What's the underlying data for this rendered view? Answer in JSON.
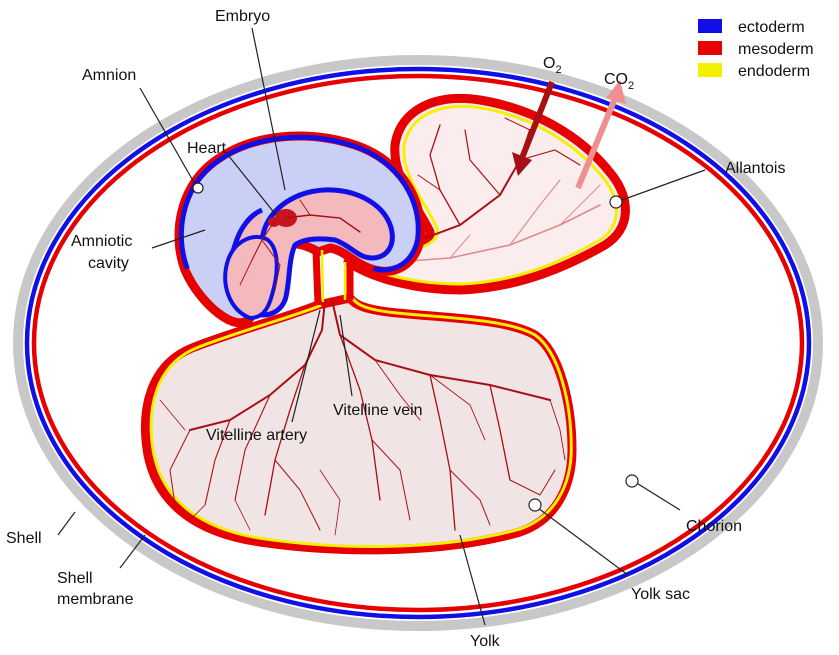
{
  "legend": {
    "items": [
      {
        "label": "ectoderm",
        "color": "#1010e6"
      },
      {
        "label": "mesoderm",
        "color": "#e60000"
      },
      {
        "label": "endoderm",
        "color": "#f5f000"
      }
    ]
  },
  "gases": {
    "o2_main": "O",
    "o2_sub": "2",
    "co2_main": "CO",
    "co2_sub": "2"
  },
  "labels": {
    "embryo": "Embryo",
    "amnion": "Amnion",
    "heart": "Heart",
    "amniotic_line1": "Amniotic",
    "amniotic_line2": "cavity",
    "allantois": "Allantois",
    "vitelline_vein": "Vitelline vein",
    "vitelline_artery": "Vitelline artery",
    "shell": "Shell",
    "shell_membrane_line1": "Shell",
    "shell_membrane_line2": "membrane",
    "chorion": "Chorion",
    "yolk_sac": "Yolk sac",
    "yolk": "Yolk"
  },
  "colors": {
    "ectoderm": "#1010e6",
    "mesoderm": "#e60000",
    "endoderm": "#f5f000",
    "shell": "#c8c8c8",
    "amniotic_fluid": "#c9cff5",
    "embryo_body": "#f3b9bd",
    "yolk": "#f1e4e4",
    "vessels": "#a80f14",
    "o2_arrow": "#a80f14",
    "co2_arrow": "#ee9090"
  }
}
